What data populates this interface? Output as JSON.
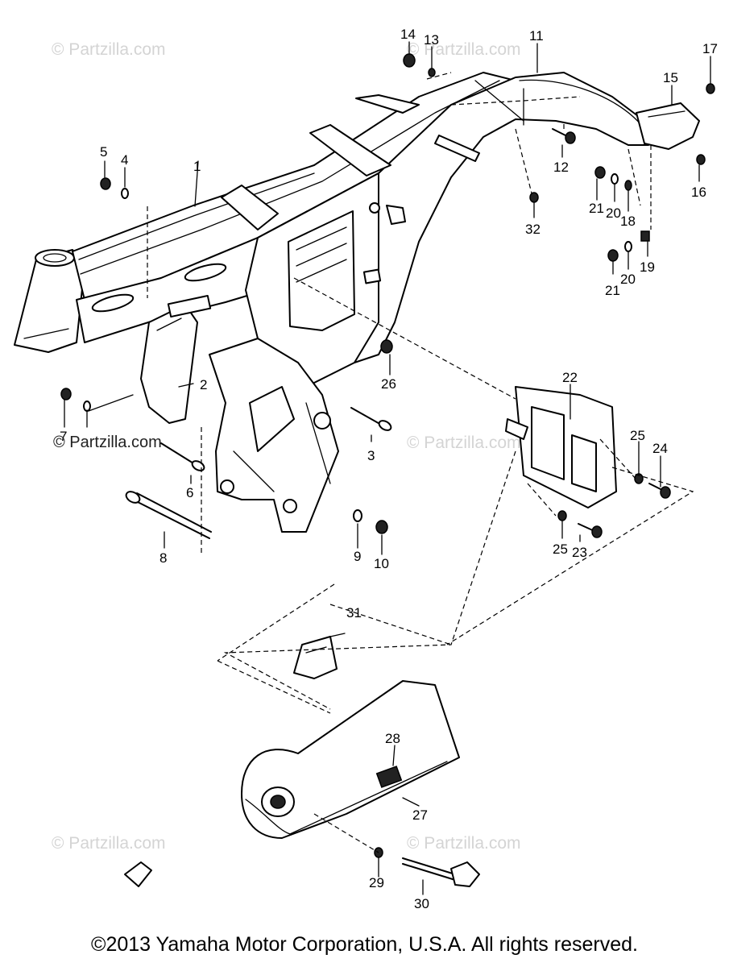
{
  "watermarks": [
    "© Partzilla.com",
    "© Partzilla.com",
    "© Partzilla.com",
    "© Partzilla.com",
    "© Partzilla.com",
    "© Partzilla.com"
  ],
  "callouts": {
    "c1": "1",
    "c2": "2",
    "c3": "3",
    "c4": "4",
    "c5": "5",
    "c6": "6",
    "c7": "7",
    "c8": "8",
    "c9": "9",
    "c10": "10",
    "c11": "11",
    "c12": "12",
    "c13": "13",
    "c14": "14",
    "c15": "15",
    "c16": "16",
    "c17": "17",
    "c18": "18",
    "c19": "19",
    "c20a": "20",
    "c20b": "20",
    "c21a": "21",
    "c21b": "21",
    "c22": "22",
    "c23": "23",
    "c24": "24",
    "c25a": "25",
    "c25b": "25",
    "c26": "26",
    "c27": "27",
    "c28": "28",
    "c29": "29",
    "c30": "30",
    "c31": "31",
    "c32": "32"
  },
  "copyright": "©2013  Yamaha Motor Corporation, U.S.A. All rights reserved."
}
